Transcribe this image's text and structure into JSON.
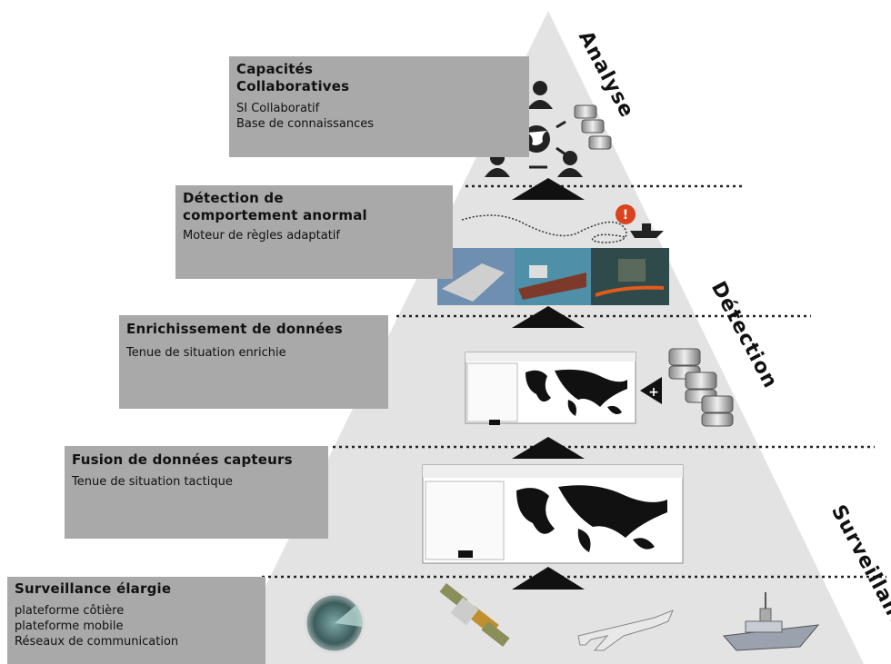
{
  "levels": [
    {
      "title": "Capacités\nCollaboratives",
      "lines": [
        "SI Collaboratif",
        "Base de connaissances"
      ]
    },
    {
      "title": "Détection de\ncomportement anormal",
      "lines": [
        "Moteur de règles adaptatif"
      ]
    },
    {
      "title": "Enrichissement de données",
      "lines": [
        "Tenue de situation enrichie"
      ]
    },
    {
      "title": "Fusion de données capteurs",
      "lines": [
        "Tenue de situation tactique"
      ]
    },
    {
      "title": "Surveillance élargie",
      "lines": [
        "plateforme côtière",
        "plateforme mobile",
        "Réseaux de communication"
      ]
    }
  ],
  "side_labels": {
    "analyse": "Analyse",
    "detection": "Détection",
    "surveillance": "Surveillance"
  },
  "icons": {
    "collab": [
      "user-icon",
      "globe-icon",
      "database-icon",
      "exchange-arrows-icon"
    ],
    "anomaly": [
      "track-path-icon",
      "warning-icon",
      "ship-icon"
    ],
    "photos": [
      "capsized-ship-photo",
      "cargo-ship-photo",
      "oil-spill-photo"
    ],
    "enrich": [
      "map-app-screenshot",
      "database-icon",
      "plus-icon"
    ],
    "fusion": [
      "map-app-screenshot"
    ],
    "sensors": [
      "radar-icon",
      "satellite-icon",
      "aircraft-icon",
      "ship-icon"
    ]
  },
  "colors": {
    "pyramid": "#e3e3e3",
    "label_box": "#a9a9a9",
    "text": "#111111",
    "arrow": "#111111"
  }
}
